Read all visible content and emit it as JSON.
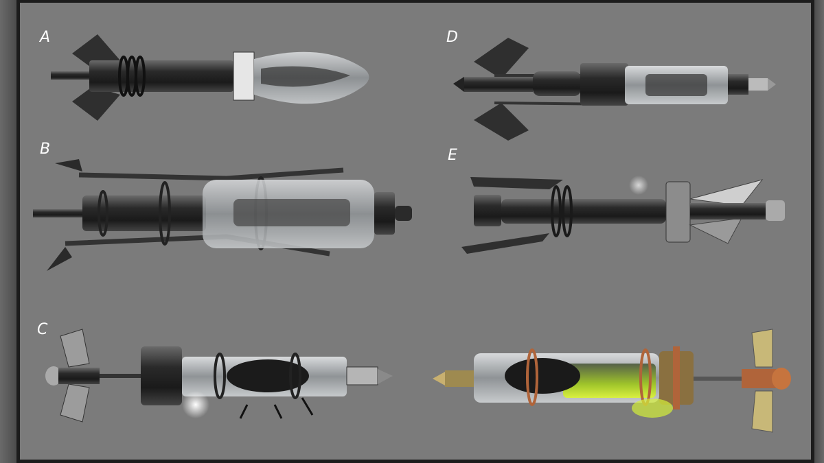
{
  "labels": {
    "a": "A",
    "b": "B",
    "c": "C",
    "d": "D",
    "e": "E"
  },
  "colors": {
    "panel": "#7b7b7b",
    "frame": "#1c1c1c",
    "metal": "#2e2e2e",
    "glass": "#bfc3c6",
    "glow_green": "#b8e02a",
    "copper": "#b0643a"
  }
}
